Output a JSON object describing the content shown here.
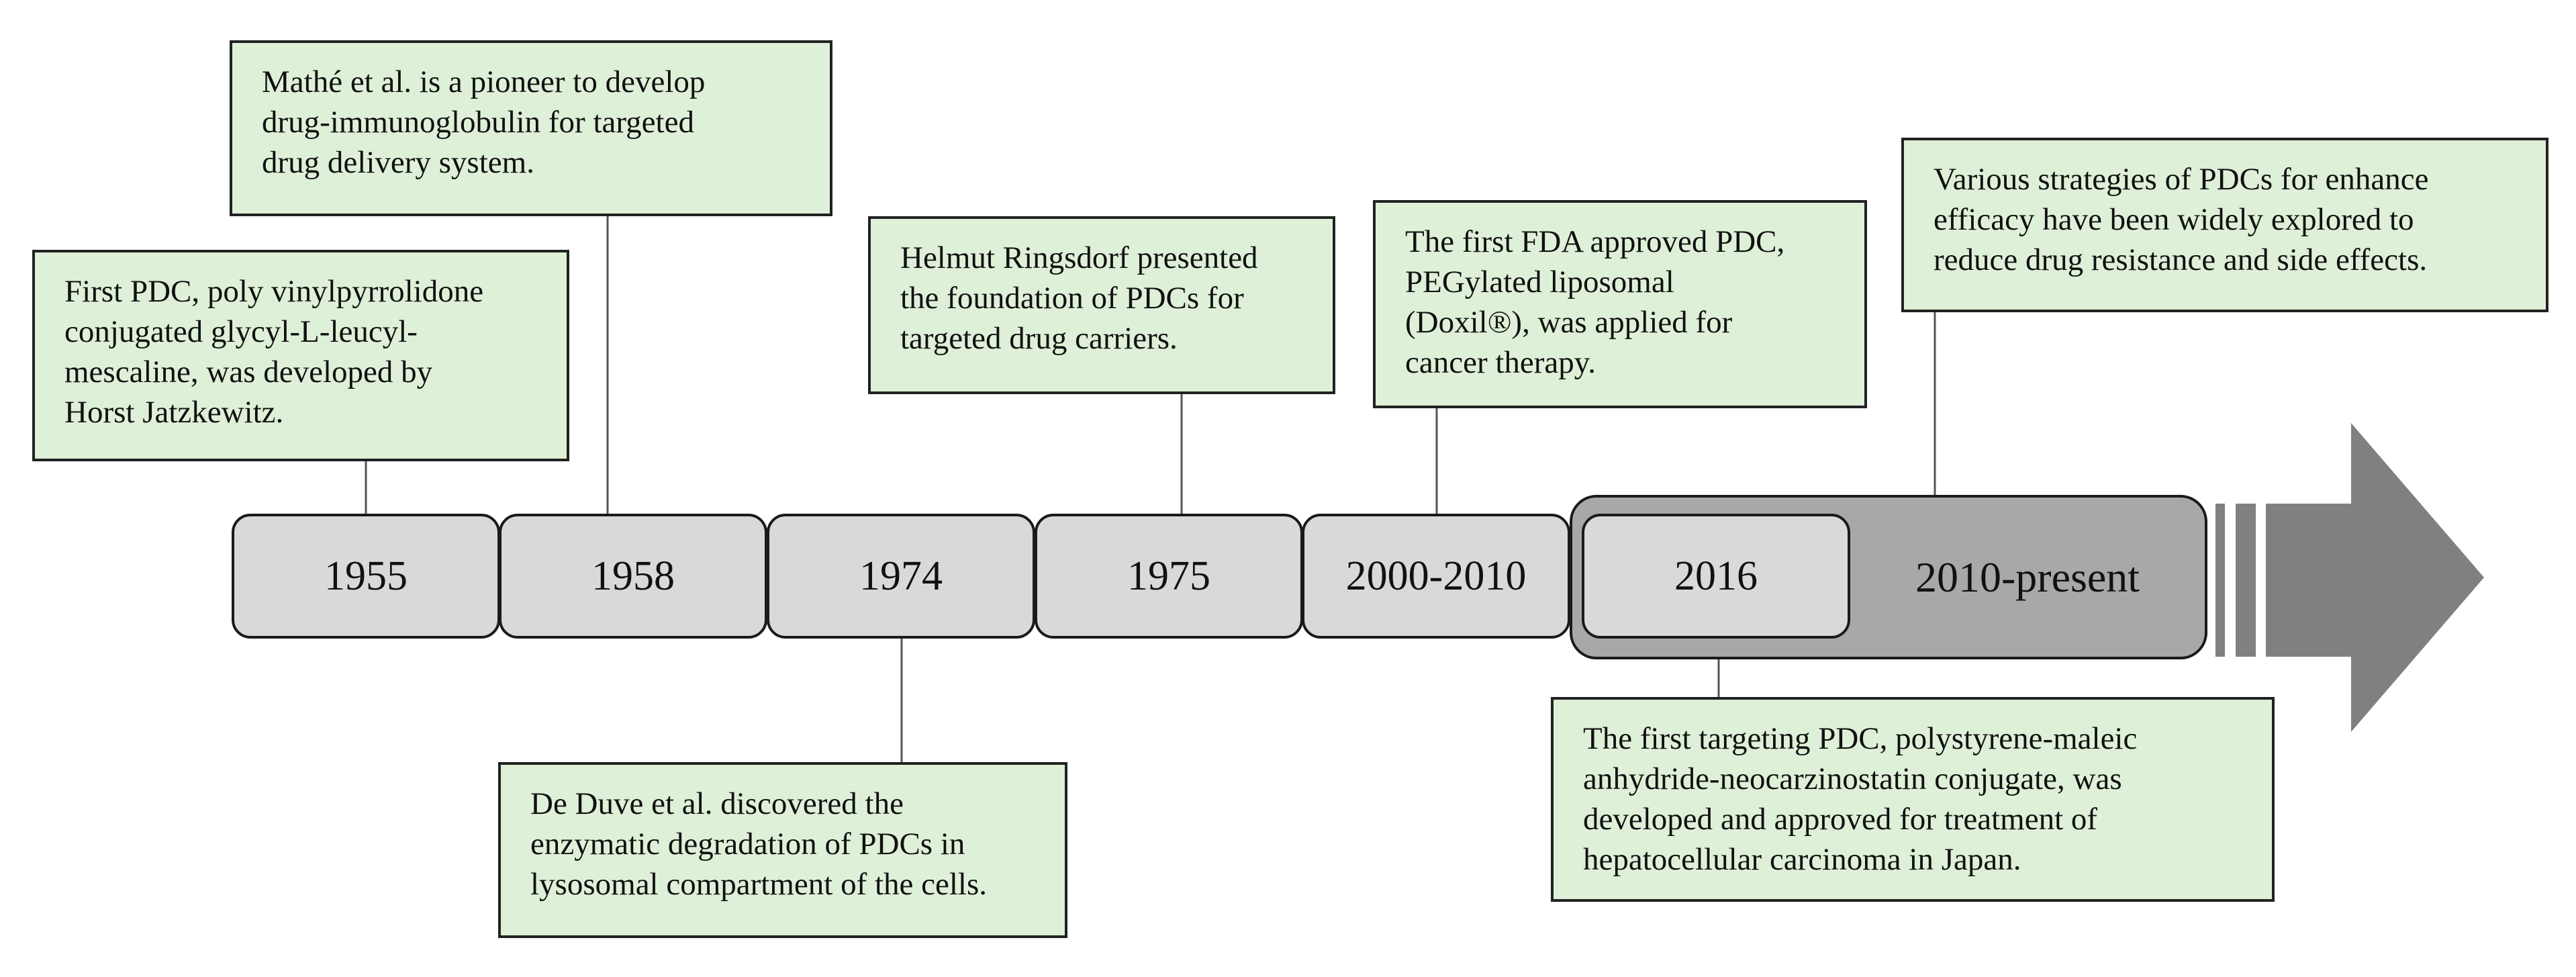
{
  "timeline": {
    "years": [
      {
        "label": "1955"
      },
      {
        "label": "1958"
      },
      {
        "label": "1974"
      },
      {
        "label": "1975"
      },
      {
        "label": "2000-2010"
      },
      {
        "label": "2016"
      }
    ],
    "present_label": "2010-present"
  },
  "notes": {
    "n1955": "First PDC, poly vinylpyrrolidone\nconjugated glycyl-L-leucyl-\nmescaline, was developed by\nHorst Jatzkewitz.",
    "n1958": "Mathé et al. is a pioneer to develop\ndrug-immunoglobulin for targeted\ndrug delivery system.",
    "n1974": "De Duve et al. discovered the\nenzymatic degradation of PDCs in\nlysosomal compartment of the cells.",
    "n1975": "Helmut Ringsdorf presented\nthe foundation of PDCs for\ntargeted drug carriers.",
    "n2000": "The first FDA approved PDC,\nPEGylated liposomal\n(Doxil®), was applied for\ncancer therapy.",
    "n2016": "The first targeting PDC, polystyrene-maleic\nanhydride-neocarzinostatin conjugate, was\ndeveloped and approved for treatment of\nhepatocellular carcinoma in Japan.",
    "npresent": "Various strategies of PDCs for enhance\nefficacy have been widely explored to\nreduce drug resistance and side effects."
  },
  "colors": {
    "note_fill": "#dff0d8",
    "year_fill": "#d9d9d9",
    "present_fill": "#a8a8a8",
    "arrow_fill": "#808080",
    "outline": "#1a1a1a"
  }
}
